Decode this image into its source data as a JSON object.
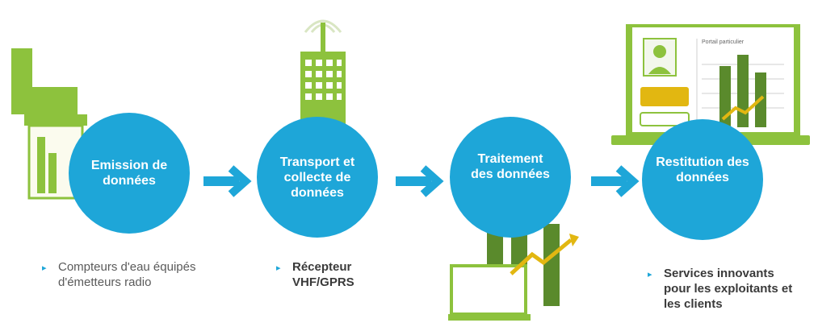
{
  "colors": {
    "circle": "#1ea6d8",
    "accent_green": "#8dc23d",
    "dark_green": "#5a8a2c",
    "gold": "#e2b711"
  },
  "steps": [
    {
      "label": "Emission de\ndonnées",
      "caption": "Compteurs d'eau équipés\nd'émetteurs radio",
      "icon": "water-meter-icon"
    },
    {
      "label": "Transport et\ncollecte de\ndonnées",
      "caption": "Récepteur\nVHF/GPRS",
      "icon": "antenna-building-icon"
    },
    {
      "label": "Traitement\ndes données",
      "caption": "",
      "icon": "laptop-chart-icon"
    },
    {
      "label": "Restitution des\ndonnées",
      "caption": "Services innovants\npour les exploitants et\nles clients",
      "icon": "web-portal-icon"
    }
  ],
  "portal_title": "Portail particulier",
  "caption_marker": "▸"
}
